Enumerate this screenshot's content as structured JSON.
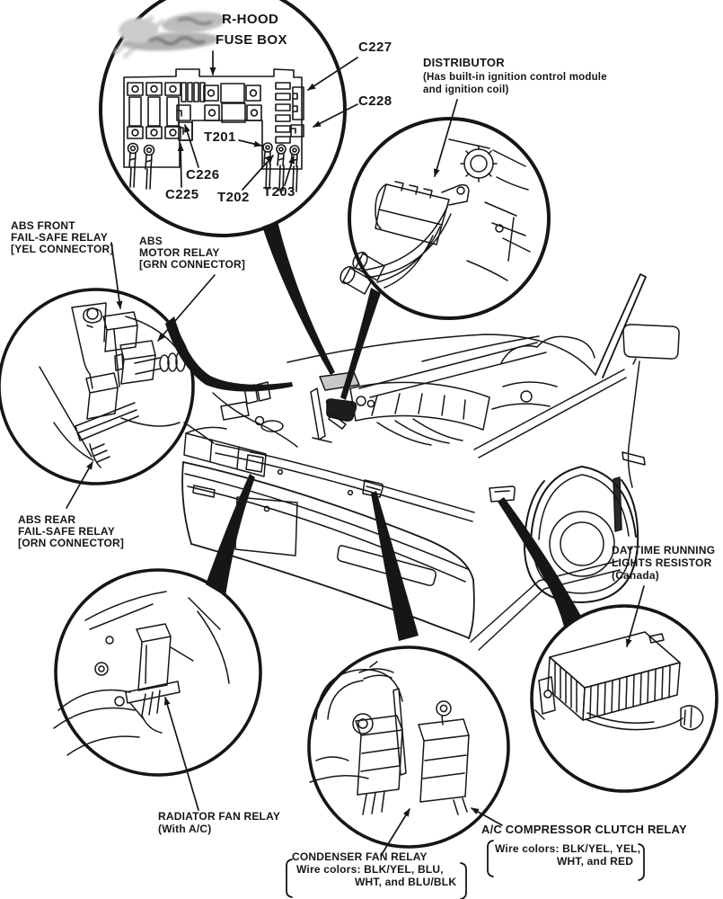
{
  "page": {
    "background": "#ffffff",
    "ink_color": "#161616",
    "smudge_color": "#b5b5b5",
    "fuse_box_highlight_color": "#c8c8c8"
  },
  "callouts": {
    "under_hood_fuse_box": {
      "title_line1": "R-HOOD",
      "title_line2": "FUSE BOX",
      "connector_c227": "C227",
      "connector_c228": "C228",
      "terminal_t201": "T201",
      "connector_c226": "C226",
      "connector_c225": "C225",
      "terminal_t202": "T202",
      "terminal_t203": "T203"
    },
    "distributor": {
      "title": "DISTRIBUTOR",
      "note_line1": "(Has built-in ignition control module",
      "note_line2": "and ignition coil)"
    },
    "abs_front_fail_safe_relay": {
      "line1": "ABS FRONT",
      "line2": "FAIL-SAFE RELAY",
      "line3": "[YEL CONNECTOR]"
    },
    "abs_motor_relay": {
      "line1": "ABS",
      "line2": "MOTOR RELAY",
      "line3": "[GRN CONNECTOR]"
    },
    "abs_rear_fail_safe_relay": {
      "line1": "ABS REAR",
      "line2": "FAIL-SAFE RELAY",
      "line3": "[ORN CONNECTOR]"
    },
    "daytime_running_lights_resistor": {
      "line1": "DAYTIME RUNNING",
      "line2": "LIGHTS RESISTOR",
      "line3": "(Canada)"
    },
    "radiator_fan_relay": {
      "line1": "RADIATOR FAN RELAY",
      "line2": "(With A/C)"
    },
    "condenser_fan_relay": {
      "title": "CONDENSER FAN RELAY",
      "wire_line1": "Wire colors: BLK/YEL, BLU,",
      "wire_line2": "WHT, and BLU/BLK"
    },
    "ac_compressor_clutch_relay": {
      "title": "A/C COMPRESSOR CLUTCH RELAY",
      "wire_line1": "Wire colors: BLK/YEL, YEL,",
      "wire_line2": "WHT, and RED"
    }
  }
}
